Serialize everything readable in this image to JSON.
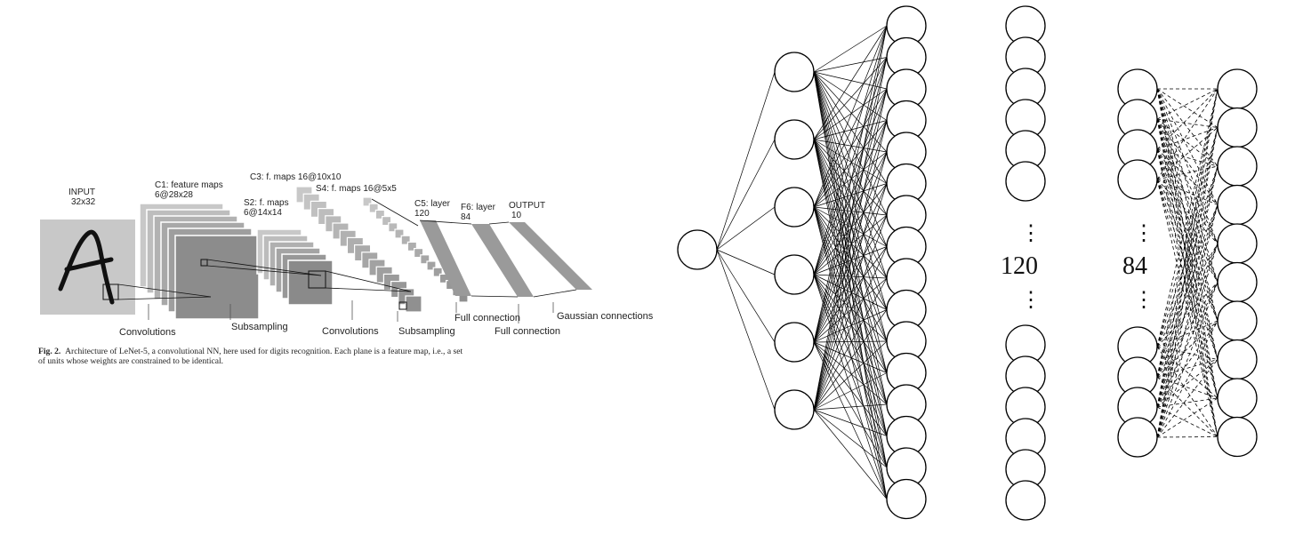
{
  "lenet": {
    "input_label": "INPUT",
    "input_size": "32x32",
    "c1_label": "C1: feature maps",
    "c1_size": "6@28x28",
    "s2_label": "S2: f. maps",
    "s2_size": "6@14x14",
    "c3_label": "C3: f. maps 16@10x10",
    "s4_label": "S4: f. maps 16@5x5",
    "c5_label": "C5: layer",
    "c5_size": "120",
    "f6_label": "F6: layer",
    "f6_size": "84",
    "output_label": "OUTPUT",
    "output_size": "10",
    "op_convolutions_1": "Convolutions",
    "op_subsampling_1": "Subsampling",
    "op_convolutions_2": "Convolutions",
    "op_subsampling_2": "Subsampling",
    "op_full_connection_1": "Full connection",
    "op_full_connection_2": "Full connection",
    "op_gaussian": "Gaussian connections",
    "caption_prefix": "Fig. 2.",
    "caption_text": "Architecture of LeNet-5, a convolutional NN, here used for digits recognition. Each plane is a feature map, i.e., a set of units whose weights are constrained to be identical."
  },
  "network": {
    "layer_120_label": "120",
    "layer_84_label": "84",
    "ellipsis_symbol": "⋮",
    "input_nodes": 1,
    "hidden_nodes": 6,
    "layer2_nodes": 16,
    "layer_120_top_nodes": 6,
    "layer_120_bottom_nodes": 6,
    "layer_84_top_nodes": 4,
    "layer_84_bottom_nodes": 4,
    "output_nodes": 10,
    "line_color": "#000000",
    "node_fill": "#ffffff"
  }
}
